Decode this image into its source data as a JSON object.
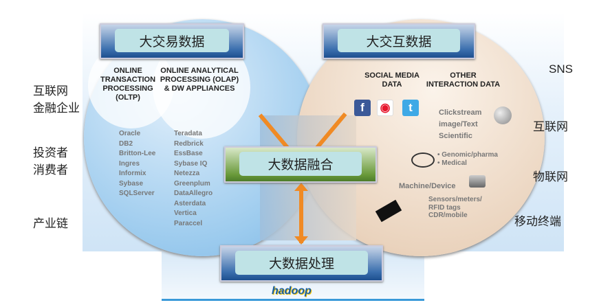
{
  "left_labels": [
    "互联网",
    "金融企业",
    "投资者",
    "消费者",
    "产业链"
  ],
  "right_labels": [
    "SNS",
    "互联网",
    "物联网",
    "移动终端"
  ],
  "transaction": {
    "title": "大交易数据",
    "oltp": "ONLINE TRANSACTION PROCESSING (OLTP)",
    "olap": "ONLINE ANALYTICAL PROCESSING (OLAP) & DW APPLIANCES",
    "oltp_list": [
      "Oracle",
      "DB2",
      "Britton-Lee",
      "Ingres",
      "Informix",
      "Sybase",
      "SQLServer"
    ],
    "olap_list": [
      "Teradata",
      "Redbrick",
      "EssBase",
      "Sybase IQ",
      "Netezza",
      "Greenplum",
      "DataAllegro",
      "Asterdata",
      "Vertica",
      "Paraccel"
    ]
  },
  "interaction": {
    "title": "大交互数据",
    "social": "SOCIAL MEDIA DATA",
    "other": "OTHER INTERACTION DATA",
    "other_list": [
      "Clickstream",
      "image/Text",
      "Scientific"
    ],
    "medical": [
      "• Genomic/pharma",
      "• Medical"
    ],
    "machine": "Machine/Device",
    "machine_list": [
      "Sensors/meters/",
      "RFID tags",
      "CDR/mobile"
    ]
  },
  "fusion": "大数据融合",
  "processing": "大数据处理",
  "logo": "hadoop",
  "colors": {
    "arrow": "#f08a24",
    "facebook": "#3b5998",
    "weibo": "#e6162d",
    "twitter": "#3fa9e6"
  }
}
